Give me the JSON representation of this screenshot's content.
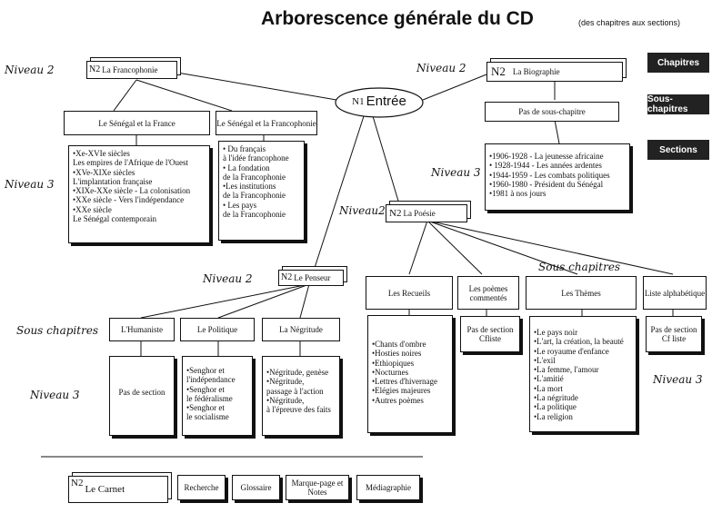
{
  "title": {
    "main": "Arborescence générale du CD",
    "sub": "(des chapitres aux sections)"
  },
  "legend": {
    "chapitres": "Chapitres",
    "sous_chapitres": "Sous-chapitres",
    "sections": "Sections"
  },
  "root": {
    "prefix": "N1",
    "label": "Entrée"
  },
  "hand": {
    "niv2_a": "Niveau 2",
    "niv2_b": "Niveau 2",
    "niv3_a": "Niveau 3",
    "niv3_b": "Niveau 3",
    "niv2_poesie": "Niveau2",
    "niv2_penseur": "Niveau 2",
    "sous_chap_a": "Sous chapitres",
    "sous_chap_b": "Sous chapitres",
    "niv3_c": "Niveau 3",
    "niv3_d": "Niveau 3"
  },
  "francophonie": {
    "prefix": "N2",
    "label": "La Francophonie",
    "sub1": "Le Sénégal et la France",
    "sub2": "Le Sénégal et la Francophonie",
    "list1": [
      "•Xe-XVIe siècles",
      "Les empires de l'Afrique de l'Ouest",
      "•XVe-XIXe siècles",
      "L'implantation française",
      "•XIXe-XXe siècle - La colonisation",
      "•XXe siècle - Vers l'indépendance",
      "•XXe siècle",
      "Le Sénégal contemporain"
    ],
    "list2": [
      "• Du français",
      "à l'idée francophone",
      "• La fondation",
      "de la Francophonie",
      "•Les institutions",
      "de la Francophonie",
      "• Les pays",
      "de la Francophonie"
    ]
  },
  "biographie": {
    "prefix": "N2",
    "label": "La Biographie",
    "sub": "Pas de sous-chapitre",
    "list": [
      "•1906-1928 - La jeunesse africaine",
      "• 1928-1944 - Les années ardentes",
      "•1944-1959 - Les combats politiques",
      "•1960-1980 - Président du Sénégal",
      "•1981 à nos jours"
    ]
  },
  "poesie": {
    "prefix": "N2",
    "label": "La Poésie",
    "subs": [
      "Les Recueils",
      "Les poèmes commentés",
      "Les Thèmes",
      "Liste alphabétique"
    ],
    "recueils": [
      "•Chants d'ombre",
      "•Hosties noires",
      "•Ethiopiques",
      "•Nocturnes",
      "•Lettres d'hivernage",
      "•Elégies majeures",
      "•Autres poèmes"
    ],
    "poemes": "Pas de section Cfliste",
    "themes": [
      "•Le pays noir",
      "•L'art, la création, la beauté",
      "•Le royaume d'enfance",
      "•L'exil",
      "•La femme, l'amour",
      "•L'amitié",
      "•La mort",
      "•La négritude",
      "•La politique",
      "•La religion"
    ],
    "liste": "Pas de section Cf liste"
  },
  "penseur": {
    "prefix": "N2",
    "label": "Le Penseur",
    "subs": [
      "L'Humaniste",
      "Le Politique",
      "La Négritude"
    ],
    "humaniste": "Pas de section",
    "politique": [
      "•Senghor et",
      "l'indépendance",
      "•Senghor et",
      "le fédéralisme",
      "•Senghor et",
      "le socialisme"
    ],
    "negritude": [
      "•Négritude, genèse",
      "•Négritude,",
      "passage à l'action",
      "•Négritude,",
      "à l'épreuve des faits"
    ]
  },
  "bottom": {
    "carnet_prefix": "N2",
    "carnet": "Le Carnet",
    "recherche": "Recherche",
    "glossaire": "Glossaire",
    "marque": "Marque-page et Notes",
    "mediagraphie": "Médiagraphie"
  }
}
